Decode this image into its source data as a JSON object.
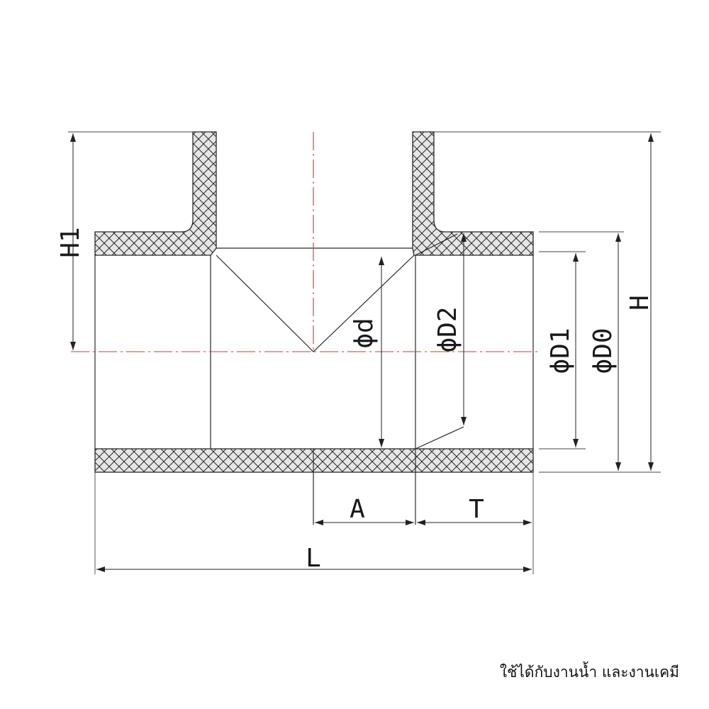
{
  "drawing": {
    "labels": {
      "H1": "H1",
      "H": "H",
      "d": "ϕd",
      "D2": "ϕD2",
      "D1": "ϕD1",
      "D0": "ϕD0",
      "A": "A",
      "T": "T",
      "L": "L"
    },
    "colors": {
      "line": "#2a2a2a",
      "centerline": "#e03030",
      "hatch_fill": "#e6e6e6"
    }
  },
  "caption": "ใช้ได้กับงานน้ำ และงานเคมี"
}
